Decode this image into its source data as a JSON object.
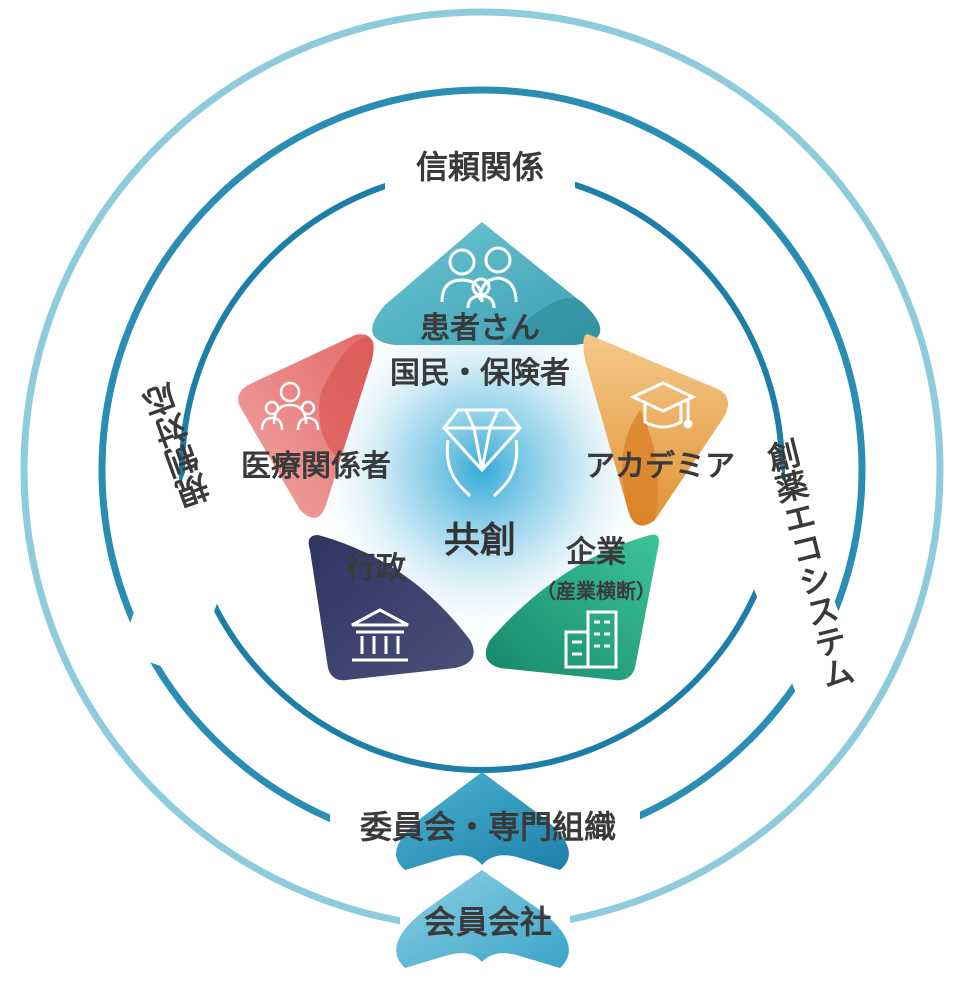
{
  "rings": {
    "trust": "信頼関係",
    "ecosystem": "創薬エコシステム",
    "regulation": "規制対応",
    "committee": "委員会・専門組織",
    "members": "会員会社"
  },
  "core": {
    "label": "共創",
    "icon": "diamond-hands-icon"
  },
  "nodes": {
    "patients": {
      "line1": "患者さん",
      "line2": "国民・保険者",
      "color": "#4fb3c6",
      "icon": "family-icon"
    },
    "academia": {
      "line1": "アカデミア",
      "color": "#eaa550",
      "icon": "graduation-cap-icon"
    },
    "industry": {
      "line1": "企業",
      "line2": "（産業横断）",
      "color": "#2fa580",
      "icon": "buildings-icon"
    },
    "government": {
      "line1": "行政",
      "color": "#3a3f6b",
      "icon": "government-building-icon"
    },
    "medical": {
      "line1": "医療関係者",
      "color": "#e6898a",
      "icon": "medical-staff-icon"
    }
  },
  "colors": {
    "outer_ring": "#8ecbdc",
    "inner_ring": "#2a8db3",
    "glow": "#3fb0d6"
  }
}
